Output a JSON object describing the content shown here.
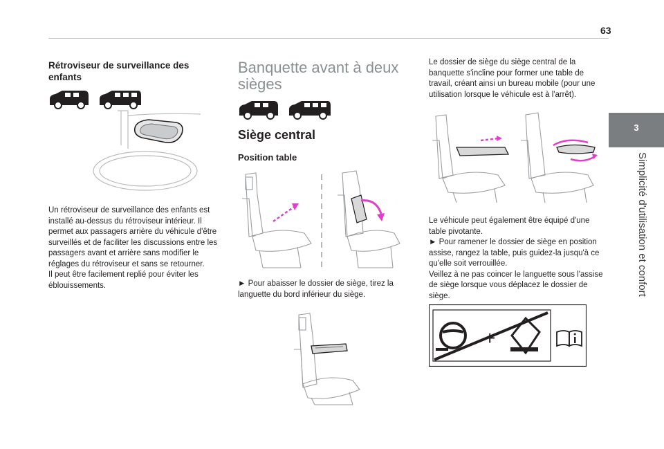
{
  "page": {
    "number": "63"
  },
  "side_tab": {
    "number": "3",
    "label": "Simplicité d'utilisation et confort"
  },
  "col1": {
    "heading": "Rétroviseur de surveillance des enfants",
    "paragraph": "Un rétroviseur de surveillance des enfants est installé au-dessus du rétroviseur intérieur. Il permet aux passagers arrière du véhicule d'être surveillés et de faciliter les discussions entre les passagers avant et arrière sans modifier le réglages du rétroviseur et sans se retourner.",
    "paragraph2": "Il peut être facilement replié pour éviter les éblouissements."
  },
  "col2": {
    "heading": "Banquette avant à deux sièges",
    "section": "Siège central",
    "subsection": "Position table",
    "instruction": "► Pour abaisser le dossier de siège, tirez la languette du bord inférieur du siège."
  },
  "col3": {
    "intro": "Le dossier de siège du siège central de la banquette s'incline pour former une table de travail, créant ainsi un bureau mobile (pour une utilisation lorsque le véhicule est à l'arrêt).",
    "line1": "Le véhicule peut également être équipé d'une table pivotante.",
    "line2": "► Pour ramener le dossier de siège en position assise, rangez la table, puis guidez-la jusqu'à ce qu'elle soit verrouillée.",
    "line3": "Veillez à ne pas coincer le languette sous l'assise de siège lorsque vous déplacez le dossier de siège."
  },
  "colors": {
    "accent_magenta": "#e040c8",
    "tab_gray": "#7a7e80",
    "heading_gray": "#8a8f92"
  },
  "icons": [
    "van-short-icon",
    "van-long-icon",
    "mirror-illustration",
    "seat-illustration",
    "steering-wheel-icon",
    "laptop-icon",
    "manual-info-icon"
  ]
}
